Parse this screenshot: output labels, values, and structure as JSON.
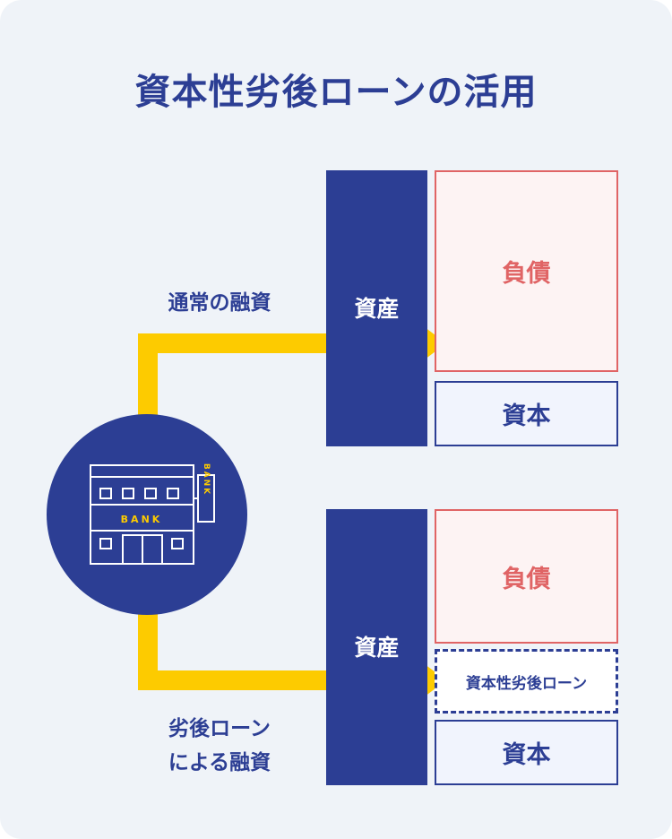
{
  "title": "資本性劣後ローンの活用",
  "colors": {
    "navy": "#2c3e94",
    "accent_yellow": "#fdcb00",
    "liability_red": "#e06465",
    "liability_fill": "#fdf3f3",
    "capital_fill": "#f1f4fd",
    "background": "#eff3f8"
  },
  "icon": {
    "name": "bank-building-icon",
    "sign_text": "BANK",
    "facade_text": "BANK"
  },
  "upper": {
    "route_label": "通常の融資",
    "assets": "資産",
    "liabilities": "負債",
    "capital": "資本"
  },
  "lower": {
    "route_label_line1": "劣後ローン",
    "route_label_line2": "による融資",
    "assets": "資産",
    "liabilities": "負債",
    "subordinated_loan": "資本性劣後ローン",
    "capital": "資本"
  }
}
